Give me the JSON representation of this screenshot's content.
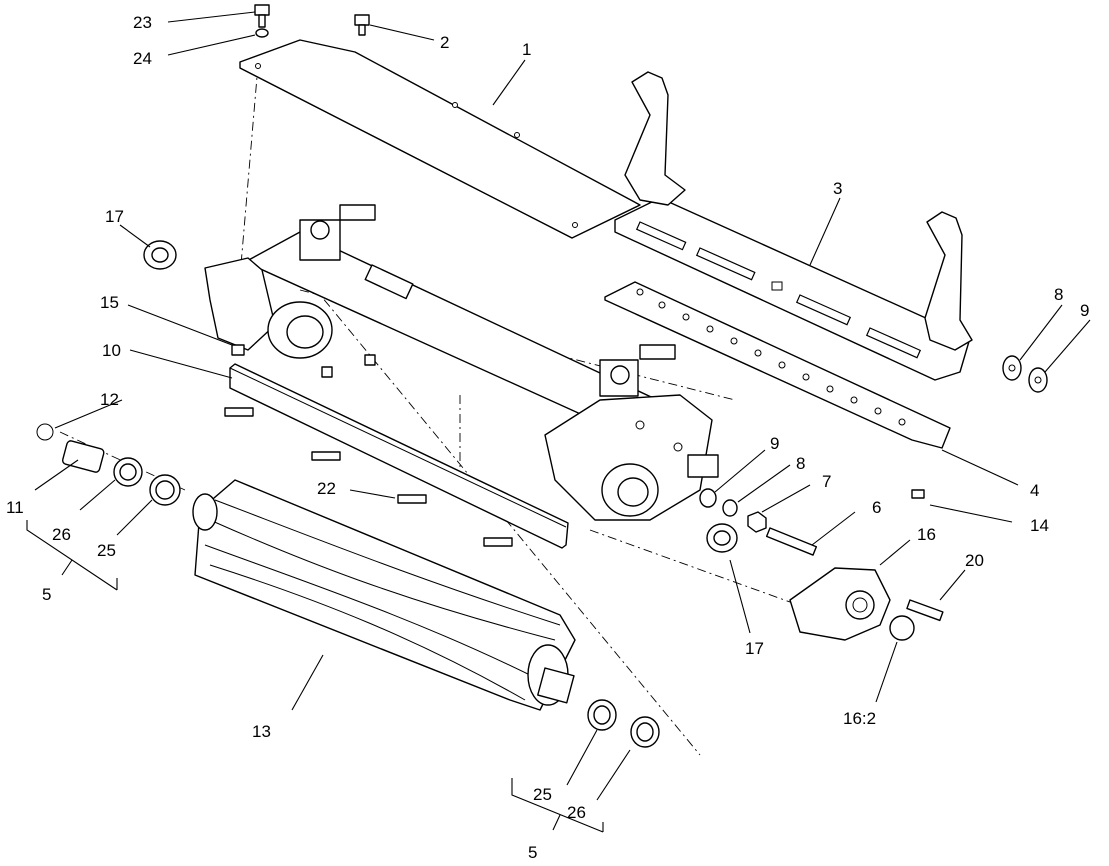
{
  "diagram": {
    "labels": {
      "l1": "1",
      "l2": "2",
      "l3": "3",
      "l4": "4",
      "l5a": "5",
      "l5b": "5",
      "l6": "6",
      "l7": "7",
      "l8a": "8",
      "l8b": "8",
      "l9a": "9",
      "l9b": "9",
      "l10": "10",
      "l11": "11",
      "l12": "12",
      "l13": "13",
      "l14": "14",
      "l15": "15",
      "l16": "16",
      "l16_2": "16:2",
      "l17a": "17",
      "l17b": "17",
      "l20": "20",
      "l22": "22",
      "l23": "23",
      "l24": "24",
      "l25a": "25",
      "l25b": "25",
      "l26a": "26",
      "l26b": "26"
    }
  }
}
